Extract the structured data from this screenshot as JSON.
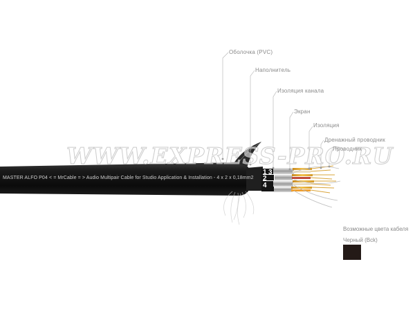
{
  "cable_print": "MASTER ALFO P04   <   = MrCable =   >   Audio Multipair Cable for Studio Application & Installation - 4 x 2 x 0,18mm2",
  "watermark": "WWW.EXPRESS-PRO.RU",
  "pair_numbers": [
    "1",
    "2",
    "3",
    "4"
  ],
  "callouts": {
    "sheath": "Оболочка (PVC)",
    "filler": "Наполнитель",
    "channel_insulation": "Изоляция канала",
    "shield": "Экран",
    "insulation": "Изоляция",
    "drain_wire": "Дренажный проводник",
    "conductor": "Проводник"
  },
  "colors": {
    "caption": "Возможные цвета кабеля",
    "option_label": "Черный (Bck)",
    "option_hex": "#241a17"
  }
}
